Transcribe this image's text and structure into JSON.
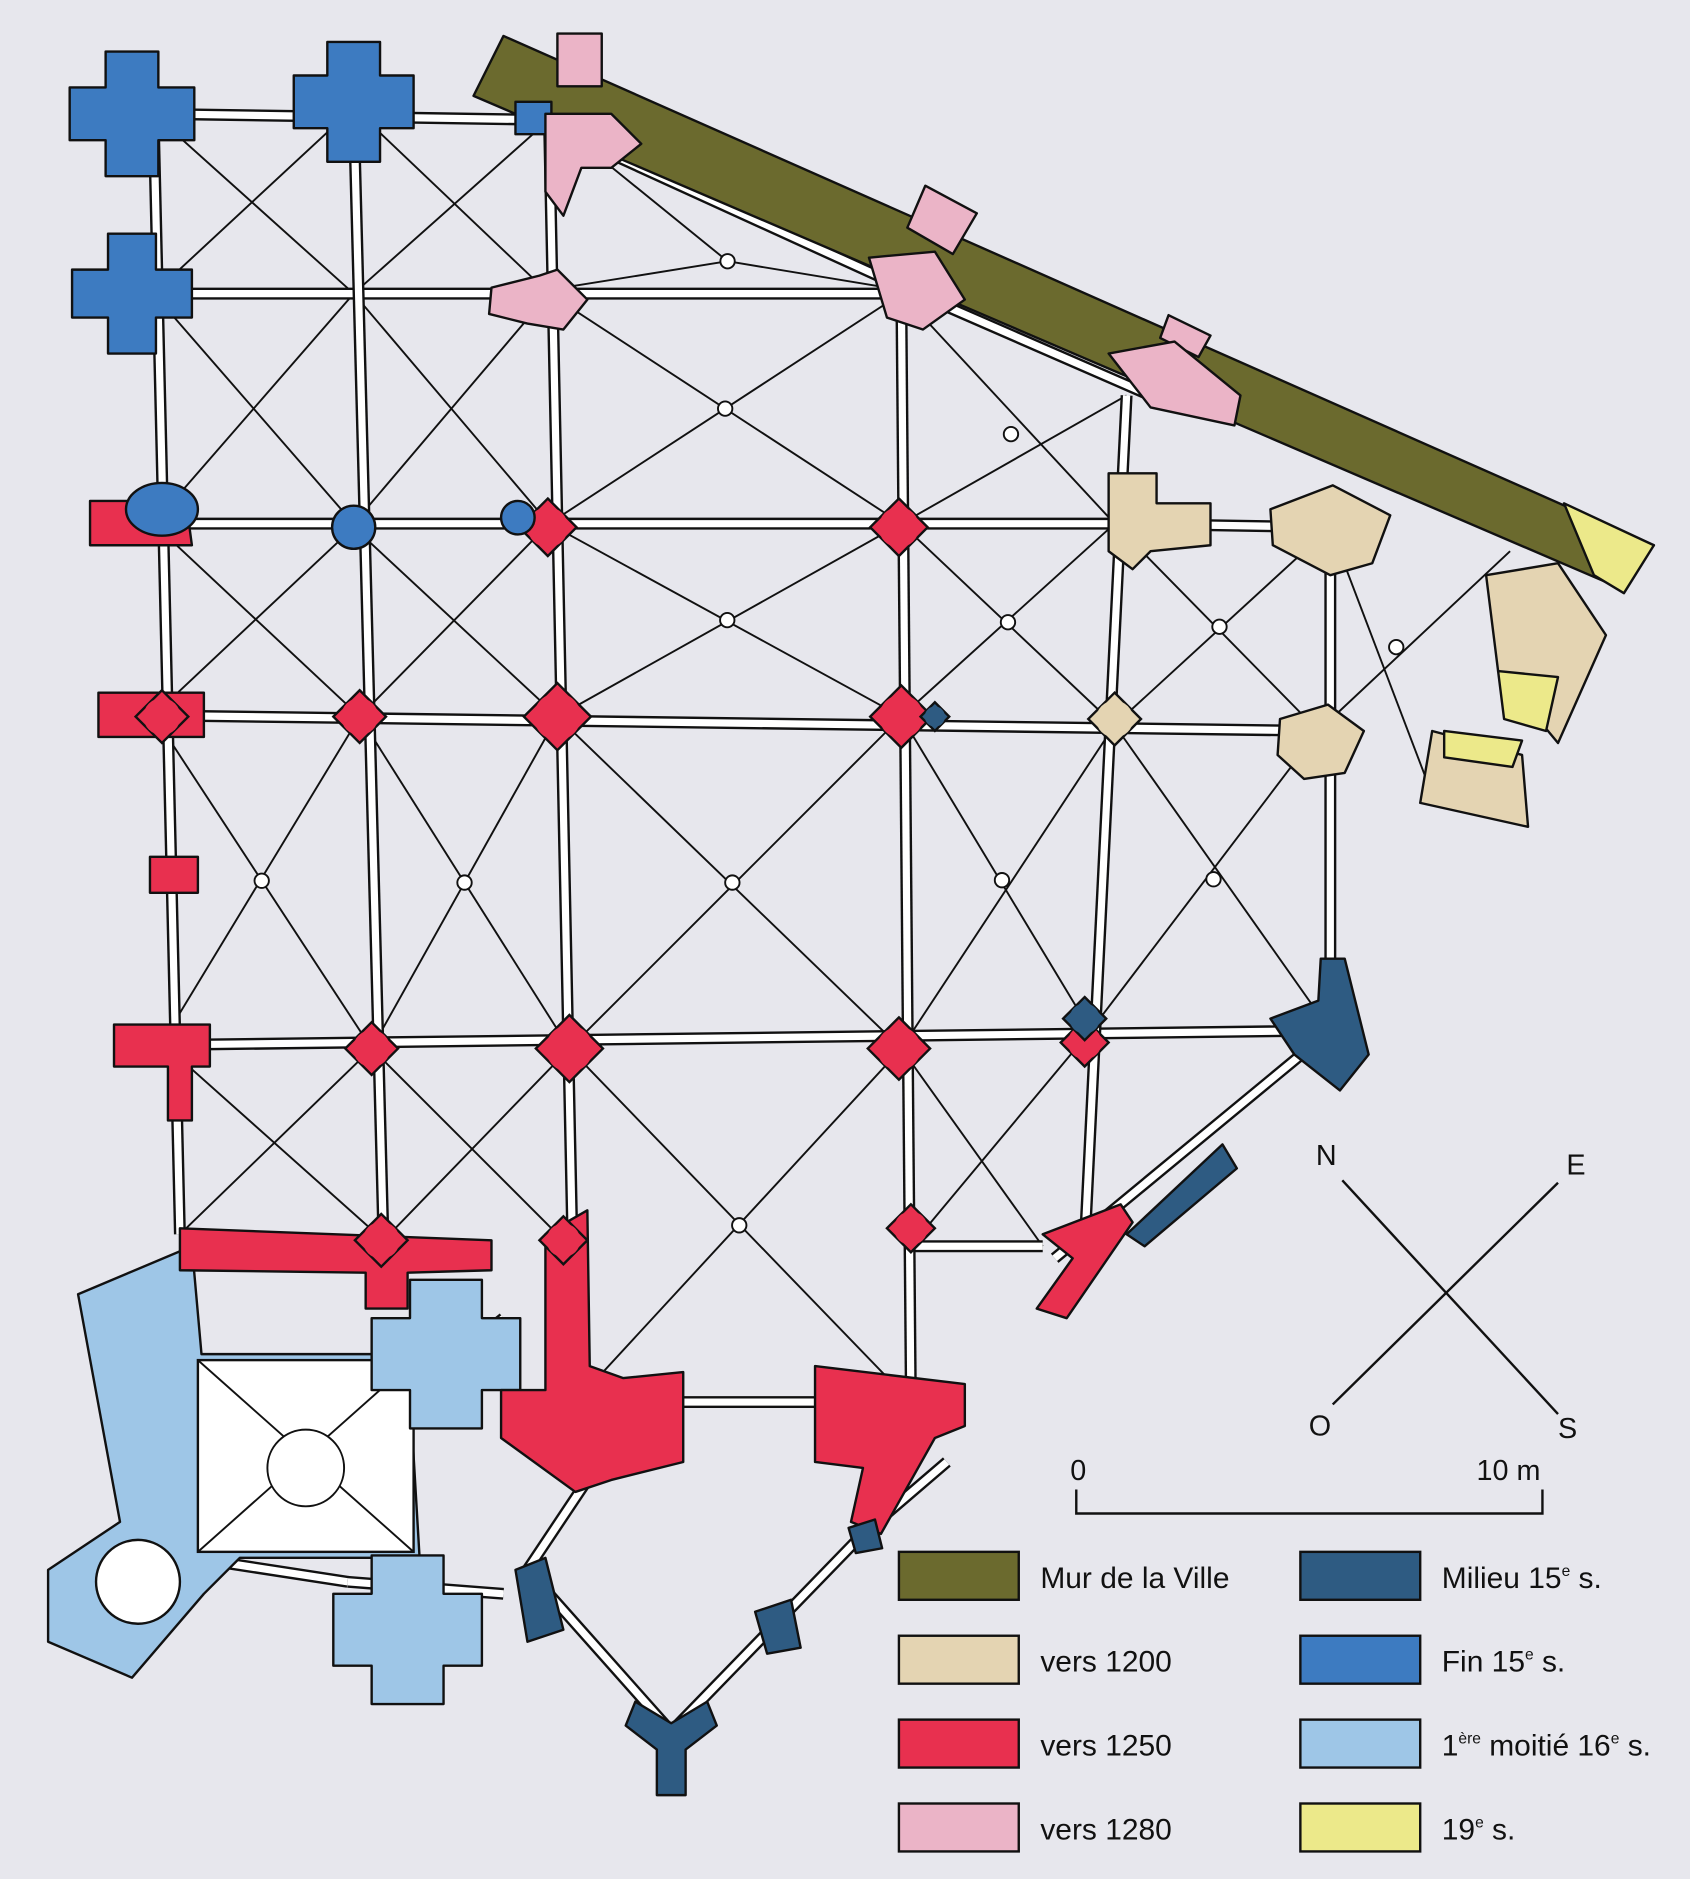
{
  "title": "Plan de l'église",
  "colors": {
    "mur": "#6b6a2e",
    "vers1200": "#e4d4b2",
    "vers1250": "#e8304f",
    "vers1280": "#ebb4c7",
    "milieu15": "#2e5b82",
    "fin15": "#3d7bc1",
    "moitie16": "#9ec6e7",
    "s19": "#ece98a",
    "background": "#e7e7ed"
  },
  "compass": {
    "north": "N",
    "east": "E",
    "west": "O",
    "south": "S"
  },
  "scale": {
    "start": "0",
    "end": "10 m"
  },
  "legend": [
    {
      "key": "mur",
      "label": [
        {
          "t": "Mur de la Ville"
        }
      ]
    },
    {
      "key": "vers1200",
      "label": [
        {
          "t": "vers 1200"
        }
      ]
    },
    {
      "key": "vers1250",
      "label": [
        {
          "t": "vers 1250"
        }
      ]
    },
    {
      "key": "vers1280",
      "label": [
        {
          "t": "vers 1280"
        }
      ]
    },
    {
      "key": "milieu15",
      "label": [
        {
          "t": "Milieu 15"
        },
        {
          "sup": "e"
        },
        {
          "t": " s."
        }
      ]
    },
    {
      "key": "fin15",
      "label": [
        {
          "t": "Fin 15"
        },
        {
          "sup": "e"
        },
        {
          "t": " s."
        }
      ]
    },
    {
      "key": "moitie16",
      "label": [
        {
          "t": "1"
        },
        {
          "sup": "ère"
        },
        {
          "t": " moitié 16"
        },
        {
          "sup": "e"
        },
        {
          "t": " s."
        }
      ]
    },
    {
      "key": "s19",
      "label": [
        {
          "t": "19"
        },
        {
          "sup": "e"
        },
        {
          "t": " s."
        }
      ]
    }
  ]
}
